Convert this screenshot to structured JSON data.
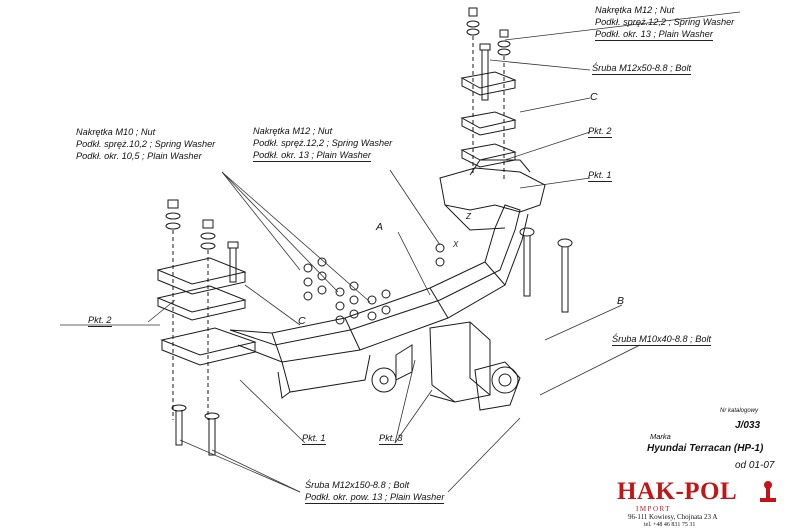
{
  "callouts": {
    "top_nut": [
      "Nakrętka  M12 ; Nut",
      "Podkł. spręż.12,2 ; Spring Washer",
      "Podkł. okr. 13 ; Plain Washer"
    ],
    "bolt_m12x50": "Śruba M12x50-8.8 ;  Bolt",
    "letter_c_top": "C",
    "pkt2_right": "Pkt. 2",
    "pkt1_right": "Pkt. 1",
    "left_nut": [
      "Nakrętka  M10 ; Nut",
      "Podkł. spręż.10,2 ; Spring Washer",
      "Podkł. okr. 10,5 ; Plain Washer"
    ],
    "mid_nut": [
      "Nakrętka  M12 ; Nut",
      "Podkł. spręż.12,2 ; Spring Washer",
      "Podkł. okr. 13 ; Plain Washer"
    ],
    "letter_a": "A",
    "letter_b": "B",
    "letter_c_left": "C",
    "pkt2_left": "Pkt. 2",
    "bolt_m10x40": "Śruba M10x40-8.8 ;  Bolt",
    "pkt1_bottom": "Pkt. 1",
    "pkt3": "Pkt. 3",
    "bolt_m12x150": [
      "Śruba M12x150-8.8 ;  Bolt",
      "Podkł. okr. pow. 13 ; Plain Washer"
    ],
    "axis_z": "Z",
    "axis_x": "X"
  },
  "title_block": {
    "catalog_label": "Nr katalogowy",
    "catalog_no": "J/033",
    "make_label": "Marka",
    "model": "Hyundai Terracan (HP-1)",
    "from": "od 01-07"
  },
  "brand": {
    "name": "HAK-POL",
    "sub": "IMPORT",
    "address": "96-111 Kowiesy, Chojnata 23 A",
    "phone": "tel. +48 46 831 75 31",
    "color": "#c31515"
  }
}
